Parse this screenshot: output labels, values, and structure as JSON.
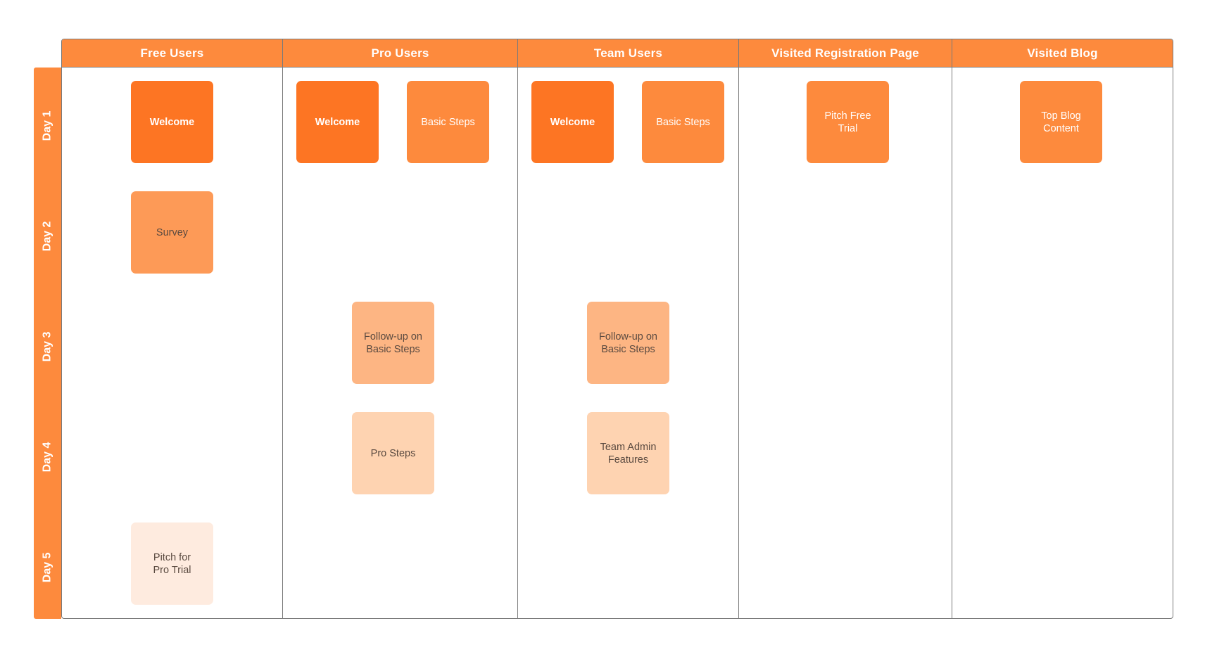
{
  "lanes": [
    {
      "id": "free",
      "label": "Free Users"
    },
    {
      "id": "pro",
      "label": "Pro Users"
    },
    {
      "id": "team",
      "label": "Team Users"
    },
    {
      "id": "registration",
      "label": "Visited Registration Page"
    },
    {
      "id": "blog",
      "label": "Visited Blog"
    }
  ],
  "days": [
    "Day 1",
    "Day 2",
    "Day 3",
    "Day 4",
    "Day 5"
  ],
  "cards": {
    "free_day1": "Welcome",
    "free_day2": "Survey",
    "free_day5": "Pitch for\nPro Trial",
    "pro_day1_a": "Welcome",
    "pro_day1_b": "Basic Steps",
    "pro_day3": "Follow-up on\nBasic Steps",
    "pro_day4": "Pro Steps",
    "team_day1_a": "Welcome",
    "team_day1_b": "Basic Steps",
    "team_day3": "Follow-up on\nBasic Steps",
    "team_day4": "Team Admin\nFeatures",
    "registration_day1": "Pitch Free\nTrial",
    "blog_day1": "Top Blog\nContent"
  },
  "colors": {
    "header": "#fd8a3d",
    "card_dark": "#fd7523",
    "card_medium": "#fd8a3d",
    "card_mid_light": "#fd9a57",
    "card_light": "#fdb583",
    "card_lighter": "#fed3b1",
    "card_lightest": "#feebdf",
    "border": "#7a7a7a"
  }
}
